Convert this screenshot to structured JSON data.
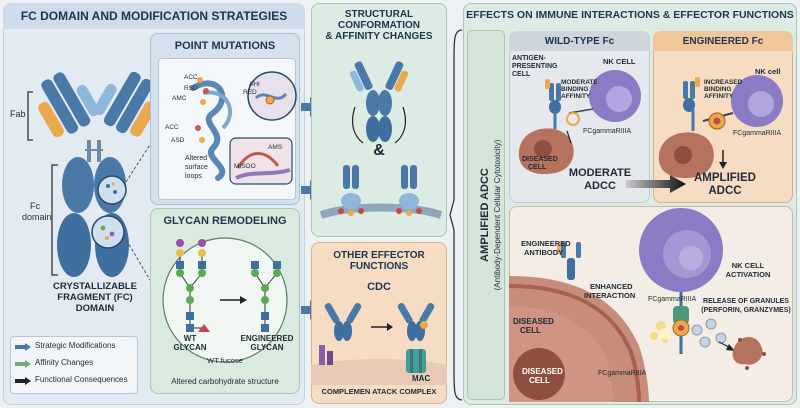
{
  "left": {
    "title": "FC DOMAIN AND MODIFICATION STRATEGIES",
    "fab_label": "Fab",
    "fc_label_1": "Fc",
    "fc_label_2": "domain",
    "fragment_1": "CRYSTALLIZABLE",
    "fragment_2": "FRAGMENT (FC)",
    "fragment_3": "DOMAIN",
    "legend": {
      "item1": "Strategic Modifications",
      "item2": "Affinity Changes",
      "item3": "Functional Consequences"
    }
  },
  "point_mutations": {
    "title": "POINT MUTATIONS",
    "labels": [
      "ACC",
      "RSD",
      "AMC",
      "ACC",
      "ASD"
    ],
    "inset_labels": [
      "AHI",
      "RED",
      "AMS",
      "MISOO"
    ],
    "caption_1": "Altered",
    "caption_2": "surface",
    "caption_3": "loops"
  },
  "glycan": {
    "title": "GLYCAN REMODELING",
    "wt_1": "WT",
    "wt_2": "GLYCAN",
    "eng_1": "ENGINEERED",
    "eng_2": "GLYCAN",
    "wt_fucose": "WT fucose",
    "caption": "Altered carbohydrate structure"
  },
  "structural": {
    "title_1": "STRUCTURAL",
    "title_2": "CONFORMATION",
    "title_3": "& AFFINITY CHANGES",
    "amp": "&"
  },
  "other": {
    "title_1": "OTHER EFFECTOR",
    "title_2": "FUNCTIONS",
    "cdc": "CDC",
    "mac": "MAC",
    "complex": "COMPLEMEN ATACK COMPLEX"
  },
  "right": {
    "title": "EFFECTS ON IMMUNE INTERACTIONS & EFFECTOR FUNCTIONS",
    "vertical_1": "AMPLIFIED ADCC",
    "vertical_2": "(Antibody-Dependent Cellular Cytotoxicity)",
    "wt_header": "WILD-TYPE Fc",
    "eng_header": "ENGINEERED Fc",
    "apc_1": "ANTIGEN-",
    "apc_2": "PRESENTING",
    "apc_3": "CELL",
    "moderate_aff_1": "MODERATE",
    "moderate_aff_2": "BINDING",
    "moderate_aff_3": "AFFINITY",
    "nk_cell_wt": "NK CELL",
    "fcg_wt": "FCgammaRIIIA",
    "diseased_1": "DISEASED",
    "diseased_2": "CELL",
    "moderate_1": "MODERATE",
    "moderate_2": "ADCC",
    "increased_1": "INCREASED",
    "increased_2": "BINDING",
    "increased_3": "AFFINITY",
    "nk_cell_eng": "NK cell",
    "fcg_eng": "FCgammaRIIIA",
    "amplified_1": "AMPLIFIED",
    "amplified_2": "ADCC",
    "bottom": {
      "eng_ab_1": "ENGINEERED",
      "eng_ab_2": "ANTIBODY",
      "enhanced_1": "ENHANCED",
      "enhanced_2": "INTERACTION",
      "nk_act_1": "NK CELL",
      "nk_act_2": "ACTIVATION",
      "fcg_1": "FCgammaRIIIA",
      "release_1": "RELEASE OF GRANULES",
      "release_2": "(PERFORIN, GRANZYMES)",
      "diseased_1": "DISEASED",
      "diseased_2": "CELL",
      "diseased_3": "DISEASED",
      "diseased_4": "CELL",
      "fcg_2": "FCgammaRIIIA"
    }
  },
  "colors": {
    "blue": "#3f6f9e",
    "light_blue": "#8fb7d9",
    "orange": "#e8a54a",
    "green_panel": "#dcebe3",
    "peach_panel": "#f6dcc3",
    "nk_purple": "#8a7bc4",
    "diseased": "#b5725f"
  }
}
